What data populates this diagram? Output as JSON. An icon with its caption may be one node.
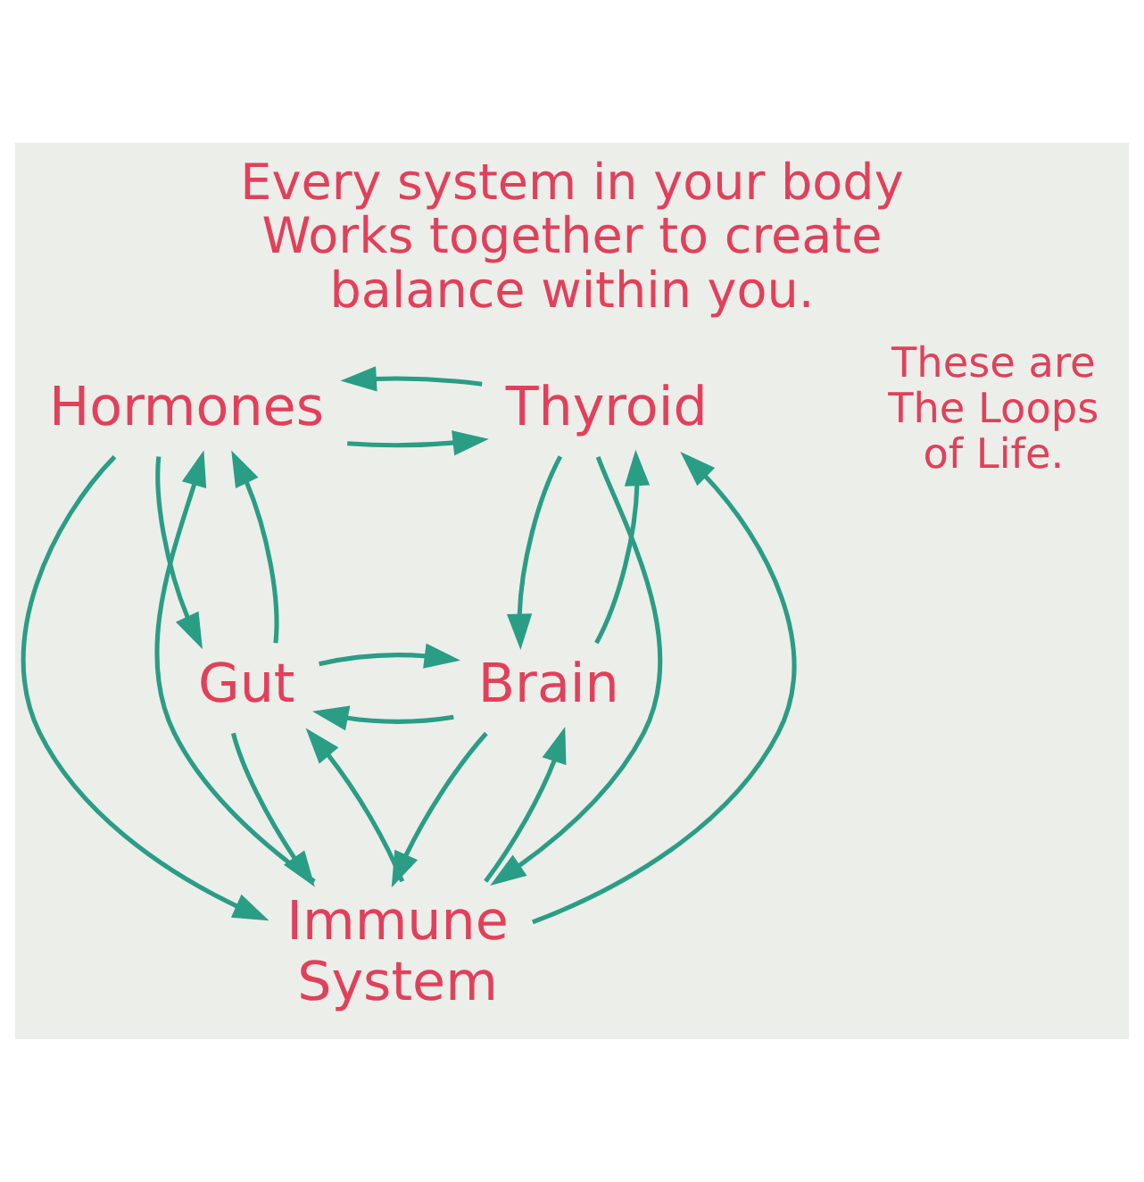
{
  "diagram": {
    "title": "Every system in your body Works together to create balance within you.",
    "nodes": [
      {
        "text": [
          "Hormones"
        ]
      },
      {
        "text": [
          "Thyroid"
        ]
      },
      {
        "text": [
          "Gut"
        ]
      },
      {
        "text": [
          "Brain"
        ]
      },
      {
        "text": [
          "Immune System"
        ]
      }
    ],
    "edges": [
      {
        "from": 0,
        "to": 1,
        "arrow": "to"
      },
      {
        "from": 1,
        "to": 0,
        "arrow": "to"
      },
      {
        "from": 0,
        "to": 2,
        "arrow": "to"
      },
      {
        "from": 2,
        "to": 0,
        "arrow": "to"
      },
      {
        "from": 0,
        "to": 4,
        "arrow": "to"
      },
      {
        "from": 4,
        "to": 0,
        "arrow": "to"
      },
      {
        "from": 1,
        "to": 3,
        "arrow": "to"
      },
      {
        "from": 3,
        "to": 1,
        "arrow": "to"
      },
      {
        "from": 1,
        "to": 4,
        "arrow": "to"
      },
      {
        "from": 4,
        "to": 1,
        "arrow": "to"
      },
      {
        "from": 3,
        "to": 2,
        "arrow": "to"
      },
      {
        "from": 2,
        "to": 3,
        "arrow": "to"
      },
      {
        "from": 2,
        "to": 4,
        "arrow": "to"
      },
      {
        "from": 4,
        "to": 2,
        "arrow": "to"
      },
      {
        "from": 3,
        "to": 4,
        "arrow": "to"
      },
      {
        "from": 4,
        "to": 3,
        "arrow": "to"
      }
    ],
    "labels": [
      "These are The Loops of Life."
    ]
  }
}
